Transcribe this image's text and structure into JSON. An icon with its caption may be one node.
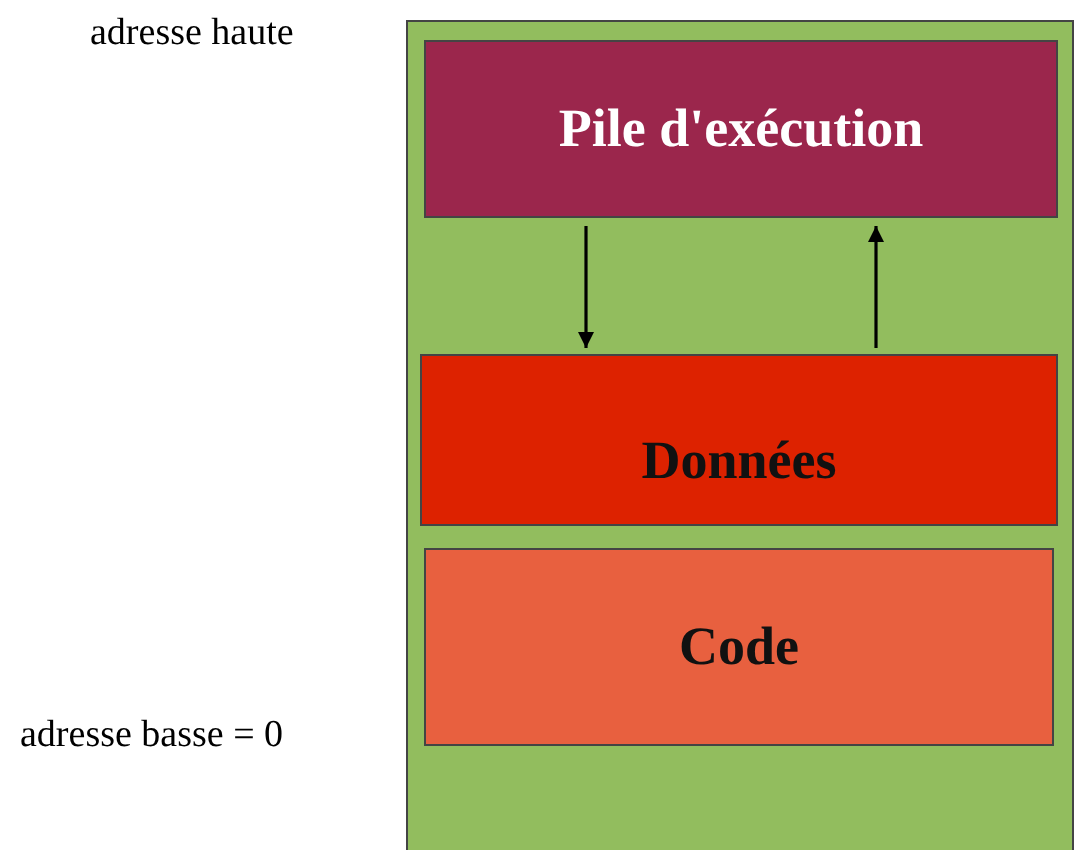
{
  "diagram": {
    "nodes": [
      {
        "text": [],
        "shape": "box"
      },
      {
        "text": [
          "Pile d'exécution"
        ],
        "in": 0
      },
      {
        "text": [
          "Données"
        ],
        "in": 0
      },
      {
        "text": [
          "Code"
        ],
        "in": 0
      }
    ],
    "edges": [
      {
        "from": 1,
        "to": 2,
        "arrow": "to"
      },
      {
        "from": 2,
        "to": 1,
        "arrow": "to"
      }
    ],
    "labels": [
      "adresse haute",
      "adresse basse = 0"
    ]
  }
}
